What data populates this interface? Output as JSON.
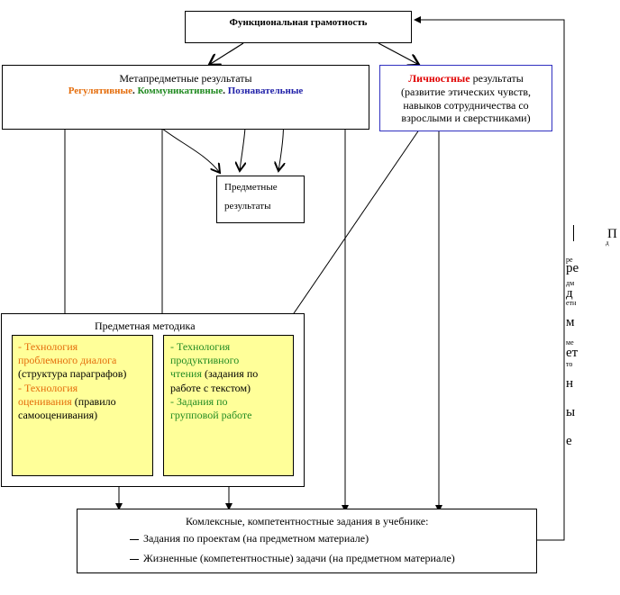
{
  "title": "Функциональная грамотность",
  "meta": {
    "heading": "Метапредметные результаты",
    "regulative": "Регулятивные",
    "sep1": ". ",
    "communicative": "Коммуникативные",
    "sep2": ". ",
    "cognitive": "Познавательные"
  },
  "personal": {
    "highlight": "Личностные",
    "rest": " результаты",
    "line2": "(развитие этических чувств,",
    "line3": "навыков сотрудничества со",
    "line4": "взрослыми и сверстниками)"
  },
  "subject_results": {
    "line1": "Предметные",
    "line2": "результаты"
  },
  "methodology": {
    "heading": "Предметная методика",
    "left": {
      "l1": "- Технология",
      "l2": "проблемного диалога",
      "l3": "(структура параграфов)",
      "l4": "- Технология",
      "l5a": "оценивания",
      "l5b": " (правило",
      "l6": "самооценивания)"
    },
    "right": {
      "l1": "- Технология",
      "l2": "продуктивного",
      "l3a": "чтения",
      "l3b": " (задания по",
      "l4": "работе с текстом)",
      "l5": "- Задания по",
      "l6": "групповой работе"
    }
  },
  "complex_tasks": {
    "heading": "Комлексные, компетентностные задания в учебнике:",
    "item1": "Задания по проектам (на предметном материале)",
    "item2": "Жизненные (компетентностные) задачи  (на предметном материале)"
  },
  "side_word": {
    "letters": [
      "П",
      "ре",
      "дм",
      "етн",
      "м",
      "ме",
      "ет",
      "то",
      "н",
      "ы",
      "е",
      "д",
      "м"
    ]
  }
}
